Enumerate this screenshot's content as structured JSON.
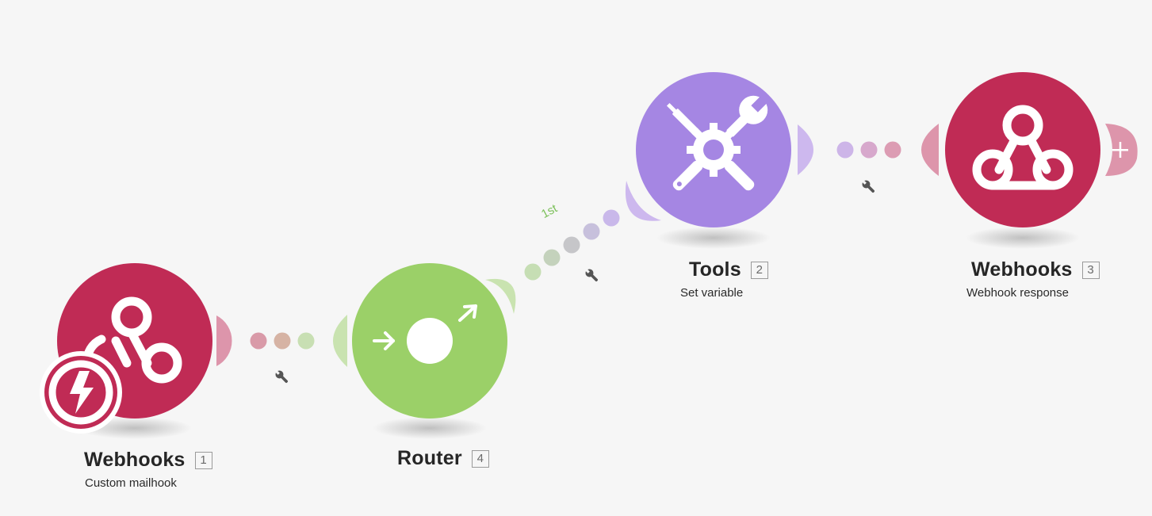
{
  "scenario": {
    "modules": [
      {
        "app": "Webhooks",
        "index": "1",
        "subtitle": "Custom mailhook",
        "color": "#c02b55",
        "icon": "webhook-icon",
        "trigger_badge": "lightning-icon"
      },
      {
        "app": "Router",
        "index": "4",
        "subtitle": "",
        "color": "#9bd068",
        "icon": "router-icon"
      },
      {
        "app": "Tools",
        "index": "2",
        "subtitle": "Set variable",
        "color": "#a586e3",
        "icon": "tools-icon"
      },
      {
        "app": "Webhooks",
        "index": "3",
        "subtitle": "Webhook response",
        "color": "#c02b55",
        "icon": "webhook-icon"
      }
    ],
    "routes": [
      {
        "label": "1st"
      }
    ],
    "add_module_icon": "plus-icon",
    "filter_icon": "wrench-icon"
  }
}
